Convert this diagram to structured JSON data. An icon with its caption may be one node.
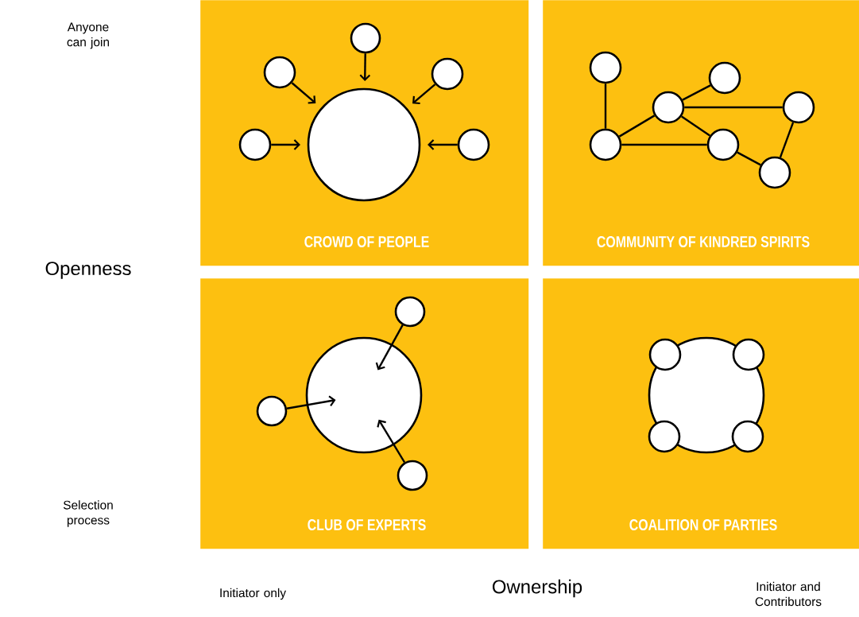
{
  "diagram": {
    "nodes": [
      {
        "text": [
          "CROWD OF PEOPLE"
        ]
      },
      {
        "text": [],
        "shape": "circle",
        "in": 0
      },
      {
        "text": [],
        "shape": "circle",
        "in": 0
      },
      {
        "text": [],
        "shape": "circle",
        "in": 0
      },
      {
        "text": [],
        "shape": "circle",
        "in": 0
      },
      {
        "text": [],
        "shape": "circle",
        "in": 0
      },
      {
        "text": [],
        "shape": "circle",
        "in": 0
      },
      {
        "text": [
          "COMMUNITY OF KINDRED SPIRITS"
        ]
      },
      {
        "text": [],
        "shape": "circle",
        "in": 7
      },
      {
        "text": [],
        "shape": "circle",
        "in": 7
      },
      {
        "text": [],
        "shape": "circle",
        "in": 7
      },
      {
        "text": [],
        "shape": "circle",
        "in": 7
      },
      {
        "text": [],
        "shape": "circle",
        "in": 7
      },
      {
        "text": [],
        "shape": "circle",
        "in": 7
      },
      {
        "text": [],
        "shape": "circle",
        "in": 7
      },
      {
        "text": [
          "CLUB OF EXPERTS"
        ]
      },
      {
        "text": [],
        "shape": "circle",
        "in": 15
      },
      {
        "text": [],
        "shape": "circle",
        "in": 15
      },
      {
        "text": [],
        "shape": "circle",
        "in": 15
      },
      {
        "text": [],
        "shape": "circle",
        "in": 15
      },
      {
        "text": [
          "COALITION OF PARTIES"
        ]
      },
      {
        "text": [],
        "shape": "circle",
        "in": 20
      },
      {
        "text": [],
        "shape": "circle",
        "in": 20
      },
      {
        "text": [],
        "shape": "circle",
        "in": 20
      },
      {
        "text": [],
        "shape": "circle",
        "in": 20
      },
      {
        "text": [],
        "shape": "circle",
        "in": 20
      }
    ],
    "edges": [
      {
        "from": 1,
        "to": 5,
        "arrow": "to"
      },
      {
        "from": 2,
        "to": 5,
        "arrow": "to"
      },
      {
        "from": 3,
        "to": 5,
        "arrow": "to"
      },
      {
        "from": 4,
        "to": 5,
        "arrow": "to"
      },
      {
        "from": 6,
        "to": 5,
        "arrow": "to"
      },
      {
        "from": 8,
        "to": 12,
        "arrow": "none"
      },
      {
        "from": 10,
        "to": 9,
        "arrow": "none"
      },
      {
        "from": 10,
        "to": 11,
        "arrow": "none"
      },
      {
        "from": 10,
        "to": 12,
        "arrow": "none"
      },
      {
        "from": 10,
        "to": 13,
        "arrow": "none"
      },
      {
        "from": 12,
        "to": 13,
        "arrow": "none"
      },
      {
        "from": 13,
        "to": 14,
        "arrow": "none"
      },
      {
        "from": 11,
        "to": 14,
        "arrow": "none"
      },
      {
        "from": 16,
        "to": 18,
        "arrow": "to"
      },
      {
        "from": 17,
        "to": 18,
        "arrow": "to"
      },
      {
        "from": 19,
        "to": 18,
        "arrow": "to"
      }
    ],
    "labels": [
      "Anyone can join",
      "Openness",
      "Selection process",
      "Initiator only",
      "Ownership",
      "Initiator and Contributors"
    ]
  }
}
